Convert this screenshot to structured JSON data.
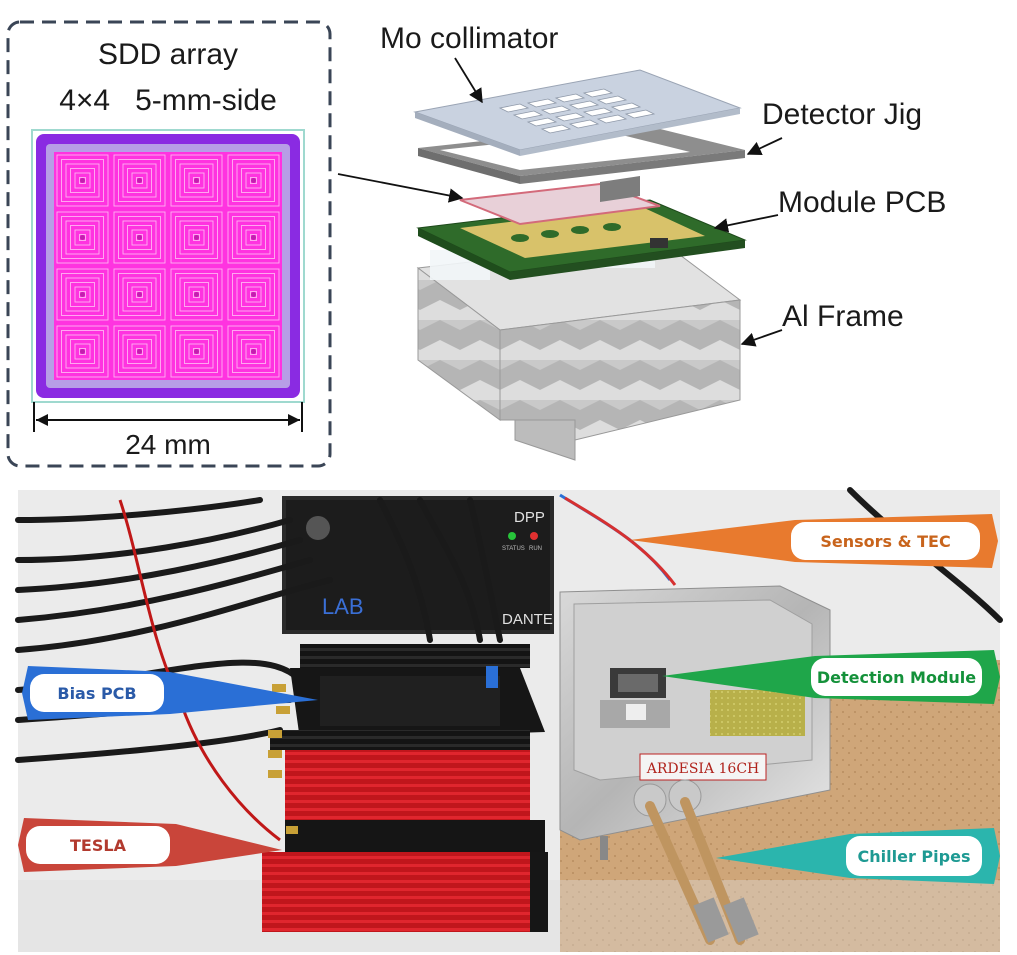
{
  "top_left": {
    "title_line1": "SDD array",
    "title_line2": "4×4   5-mm-side",
    "dimension": "24 mm"
  },
  "exploded_view": {
    "labels": {
      "collimator": "Mo collimator",
      "jig": "Detector Jig",
      "pcb": "Module PCB",
      "frame": "Al Frame"
    }
  },
  "photo": {
    "device_texts": {
      "dpp": "DPP",
      "dante": "DANTE",
      "lab": "LAB",
      "status": "STATUS",
      "run": "RUN",
      "box_label": "ARDESIA 16CH"
    },
    "callouts": [
      {
        "id": "sensors",
        "label": "Sensors & TEC",
        "color": "#e87a2e",
        "text_color": "#c8641c"
      },
      {
        "id": "detection",
        "label": "Detection Module",
        "color": "#1fa64a",
        "text_color": "#14913a"
      },
      {
        "id": "bias",
        "label": "Bias PCB",
        "color": "#2a6fd6",
        "text_color": "#2a5aa8"
      },
      {
        "id": "tesla",
        "label": "TESLA",
        "color": "#c9453a",
        "text_color": "#b23a2e"
      },
      {
        "id": "chiller",
        "label": "Chiller Pipes",
        "color": "#2bb5ad",
        "text_color": "#1e9a93"
      }
    ]
  }
}
